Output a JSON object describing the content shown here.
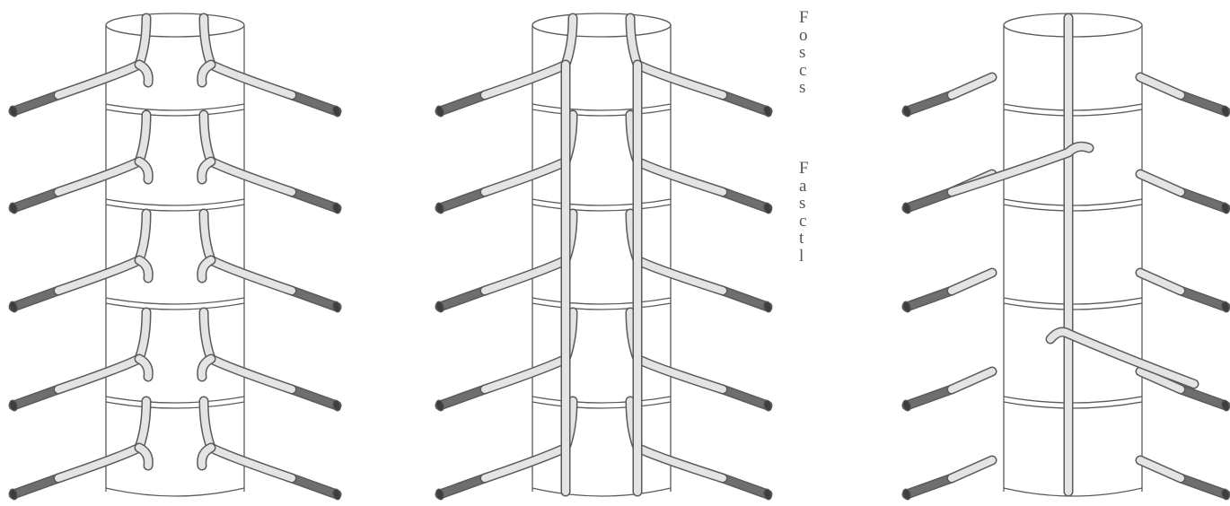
{
  "colors": {
    "line": "#5a5a5a",
    "cylinder_fill": "#ffffff",
    "tube_fill": "#e4e4e4",
    "rod_dark": "#6e6e6e",
    "rod_cap": "#3e3e3e"
  },
  "text_fragments": {
    "block1": [
      "F",
      "o",
      "s",
      "c",
      "s"
    ],
    "block2": [
      "F",
      "a",
      "s",
      "c",
      "t",
      "l"
    ]
  },
  "panels": [
    {
      "id": "p1",
      "variant": "separate-branches"
    },
    {
      "id": "p2",
      "variant": "connected-chain"
    },
    {
      "id": "p3",
      "variant": "single-crossing-trunk"
    }
  ]
}
